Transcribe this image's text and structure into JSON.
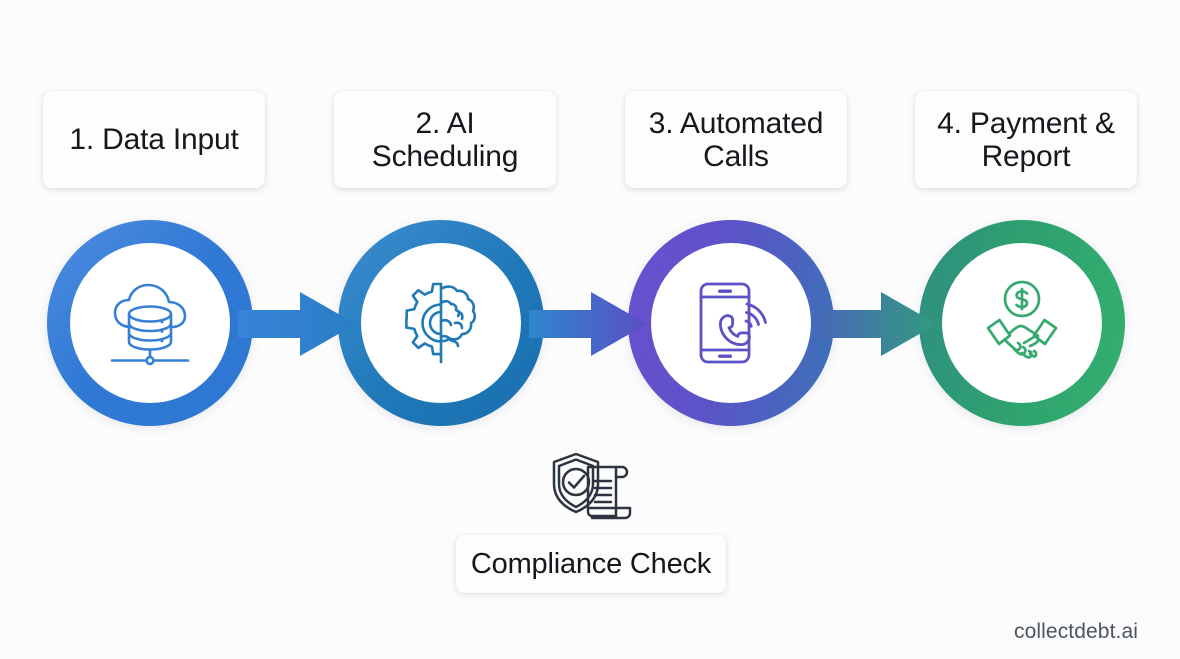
{
  "brand": "collectdebt.ai",
  "background_color": "#fcfcfd",
  "diagram": {
    "title_text_color": "#15181d",
    "steps": [
      {
        "label": "1. Data Input",
        "icon": "cloud-database-icon",
        "ring_color_from": "#4e8ce0",
        "ring_color_to": "#2e76d1",
        "icon_color": "#3580d4"
      },
      {
        "label": "2. AI\nScheduling",
        "icon": "gear-brain-icon",
        "ring_color_from": "#3d8ed0",
        "ring_color_to": "#1a6fae",
        "icon_color": "#1f7ab5"
      },
      {
        "label": "3. Automated\nCalls",
        "icon": "smartphone-call-icon",
        "ring_color_from": "#6b4fd0",
        "ring_color_to": "#3b73b8",
        "icon_color": "#5c51c6"
      },
      {
        "label": "4. Payment &\nReport",
        "icon": "handshake-dollar-icon",
        "ring_color_from": "#2f8e82",
        "ring_color_to": "#34b06d",
        "icon_color": "#35a96f"
      }
    ],
    "connectors": [
      {
        "name": "arrow-1",
        "from": "1. Data Input",
        "to": "2. AI Scheduling",
        "color_from": "#3883d8",
        "color_to": "#2a7ec6"
      },
      {
        "name": "arrow-2",
        "from": "2. AI Scheduling",
        "to": "3. Automated Calls",
        "color_from": "#2f86cf",
        "color_to": "#5a4fc4"
      },
      {
        "name": "arrow-3",
        "from": "3. Automated Calls",
        "to": "4. Payment & Report",
        "color_from": "#4a68b8",
        "color_to": "#2f9b80"
      }
    ],
    "callout": {
      "label": "Compliance Check",
      "icon": "shield-check-document-icon",
      "icon_color": "#2c3440"
    }
  }
}
